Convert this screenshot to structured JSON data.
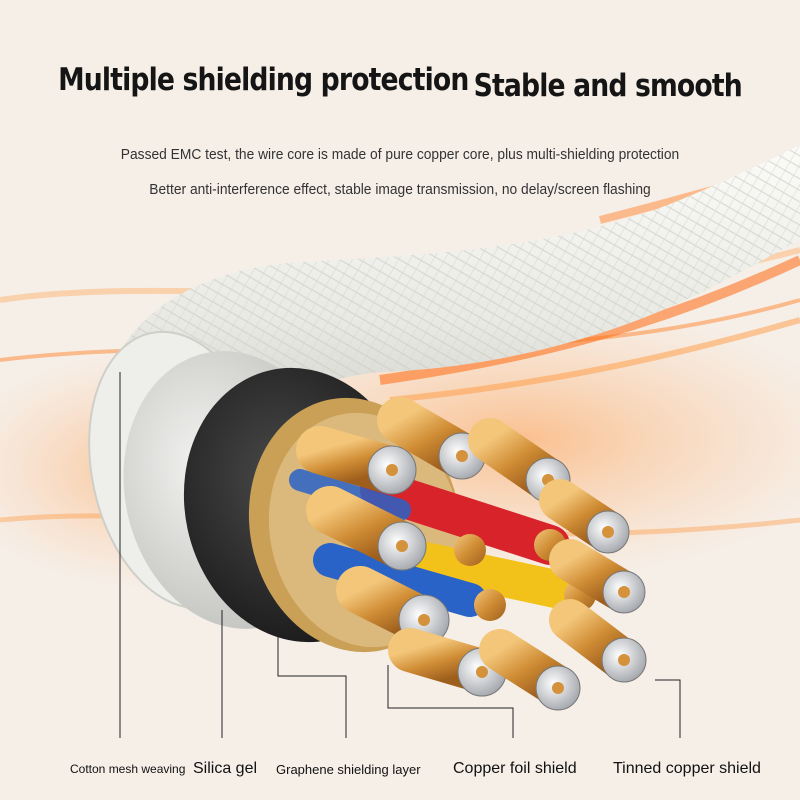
{
  "headline": {
    "part1": "Multiple shielding protection",
    "part2": "Stable and smooth"
  },
  "subtitle": {
    "line1": "Passed EMC test, the wire core is made of pure copper core, plus multi-shielding protection",
    "line2": "Better anti-interference effect, stable image transmission, no delay/screen flashing"
  },
  "callouts": [
    "Cotton mesh weaving",
    "Silica gel",
    "Graphene shielding layer",
    "Copper foil shield",
    "Tinned copper shield"
  ],
  "colors": {
    "background": "#f6efe8",
    "glow_orange": "#ff7a1a",
    "braid_white": "#eeeeea",
    "silica_gray": "#d8d8d6",
    "graphene_black": "#222222",
    "copper": "#d4923c",
    "tinned_silver": "#cfd1d4",
    "wire_red": "#d8232a",
    "wire_yellow": "#f2c21a",
    "wire_blue": "#2a63c8"
  }
}
